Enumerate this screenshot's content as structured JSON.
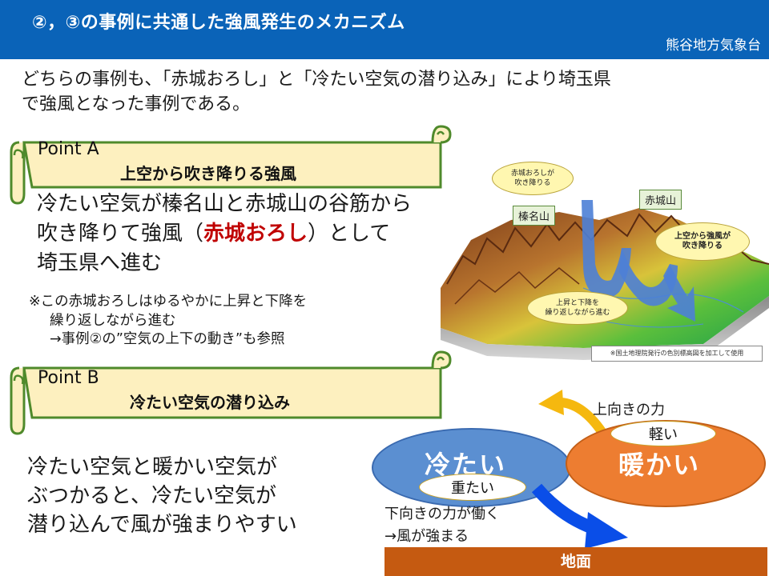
{
  "header": {
    "title": "②，③の事例に共通した強風発生のメカニズム",
    "office": "熊谷地方気象台",
    "color": "#0a63b8"
  },
  "intro": {
    "line1": "どちらの事例も、「赤城おろし」と「冷たい空気の潜り込み」により埼玉県",
    "line2": "で強風となった事例である。"
  },
  "point_a": {
    "label": "Point A",
    "subtitle": "上空から吹き降りる強風",
    "body_line1": "冷たい空気が榛名山と赤城山の谷筋から",
    "body_line2_pre": "吹き降りて強風（",
    "body_line2_bold": "赤城おろし",
    "body_line2_post": "）として",
    "body_line3": "埼玉県へ進む",
    "note_line1": "※この赤城おろしはゆるやかに上昇と下降を",
    "note_line2": "繰り返しながら進む",
    "note_line3": "→事例②の”空気の上下の動き”も参照"
  },
  "map": {
    "bubble_top": [
      "赤城おろしが",
      "吹き降りる"
    ],
    "tag_haruna": "榛名山",
    "tag_akagi": "赤城山",
    "bubble_right": [
      "上空から強風が",
      "吹き降りる"
    ],
    "bubble_bottom": [
      "上昇と下降を",
      "繰り返しながら進む"
    ],
    "credit": "※国土地理院発行の色別標高図を加工して使用"
  },
  "point_b": {
    "label": "Point B",
    "subtitle": "冷たい空気の潜り込み",
    "body_line1": "冷たい空気と暖かい空気が",
    "body_line2": "ぶつかると、冷たい空気が",
    "body_line3": "潜り込んで風が強まりやすい"
  },
  "diagram": {
    "upward_force": "上向きの力",
    "light": "軽い",
    "cold": "冷たい",
    "warm": "暖かい",
    "heavy": "重たい",
    "downward_line1": "下向きの力が働く",
    "downward_line2": "→風が強まる",
    "ground": "地面",
    "cold_color": "#5b8fd1",
    "warm_color": "#ed7d31",
    "ground_color": "#c55a11"
  }
}
